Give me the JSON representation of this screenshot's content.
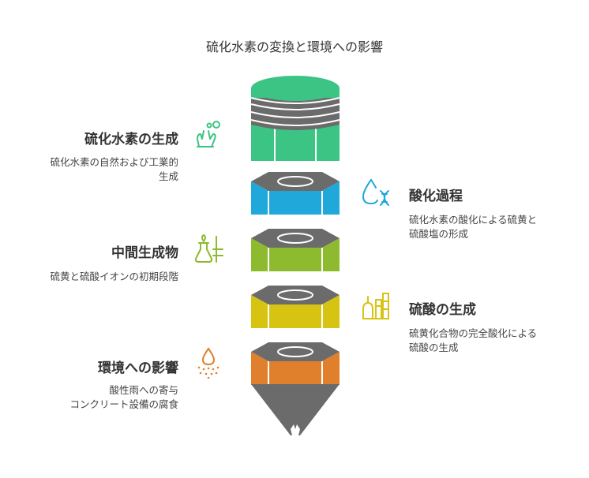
{
  "title": "硫化水素の変換と環境への影響",
  "stages": [
    {
      "title": "硫化水素の生成",
      "desc_lines": [
        "硫化水素の自然および工業的",
        "生成"
      ],
      "color": "#3cc484",
      "icon": "hands-bubbles-icon"
    },
    {
      "title": "酸化過程",
      "desc_lines": [
        "硫化水素の酸化による硫黄と",
        "硫酸塩の形成"
      ],
      "color": "#1fa8d9",
      "icon": "drop-dna-icon"
    },
    {
      "title": "中間生成物",
      "desc_lines": [
        "硫黄と硫酸イオンの初期段階"
      ],
      "color": "#8dba2f",
      "icon": "flask-plant-icon"
    },
    {
      "title": "硫酸の生成",
      "desc_lines": [
        "硫黄化合物の完全酸化による",
        "硫酸の生成"
      ],
      "color": "#d7c312",
      "icon": "factory-icon"
    },
    {
      "title": "環境への影響",
      "desc_lines": [
        "酸性雨への寄与",
        "コンクリート設備の腐食"
      ],
      "color": "#e0802c",
      "icon": "rain-drop-icon"
    }
  ],
  "colors": {
    "cap": "#6b6b6b",
    "cap_dark": "#555555",
    "text": "#333333"
  }
}
